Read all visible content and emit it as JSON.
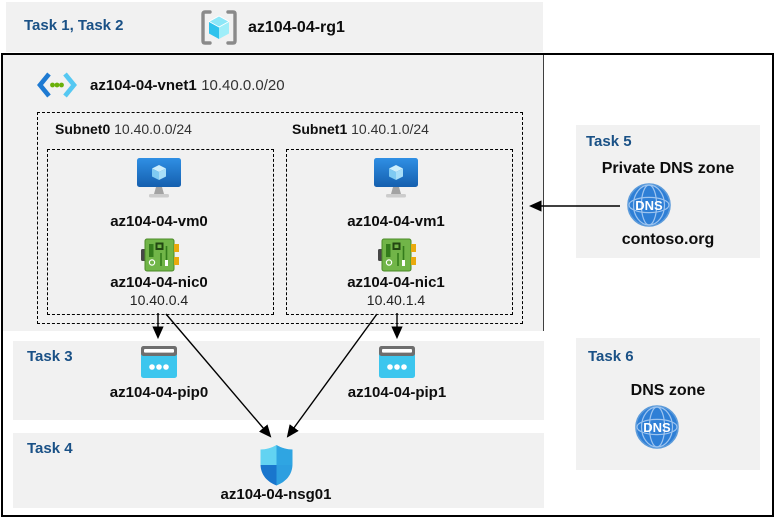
{
  "colors": {
    "accent": "#1a5186",
    "band": "#f1f1f1",
    "arrow": "#000000",
    "vm_blue": "#2472cc",
    "nic_green": "#71b548",
    "pip_cyan": "#3cc6ee",
    "nsg_blue": "#2aa3e1",
    "dns_blue": "#2e7fd6"
  },
  "header": {
    "tasks_label": "Task 1, Task 2",
    "resource_group": "az104-04-rg1"
  },
  "vnet": {
    "name": "az104-04-vnet1",
    "cidr": "10.40.0.0/20",
    "subnets": [
      {
        "name": "Subnet0",
        "cidr": "10.40.0.0/24",
        "vm": "az104-04-vm0",
        "nic": "az104-04-nic0",
        "ip": "10.40.0.4"
      },
      {
        "name": "Subnet1",
        "cidr": "10.40.1.0/24",
        "vm": "az104-04-vm1",
        "nic": "az104-04-nic1",
        "ip": "10.40.1.4"
      }
    ]
  },
  "task3": {
    "label": "Task 3",
    "pip0": "az104-04-pip0",
    "pip1": "az104-04-pip1"
  },
  "task4": {
    "label": "Task 4",
    "nsg": "az104-04-nsg01"
  },
  "task5": {
    "label": "Task 5",
    "title": "Private DNS zone",
    "zone_name": "contoso.org",
    "icon_label": "DNS"
  },
  "task6": {
    "label": "Task 6",
    "title": "DNS zone",
    "icon_label": "DNS"
  }
}
